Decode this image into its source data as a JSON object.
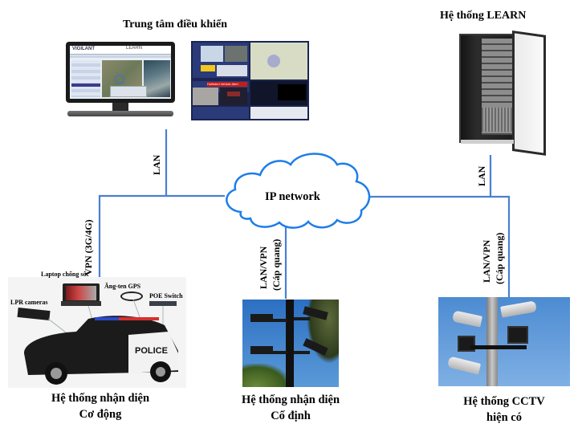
{
  "diagram": {
    "colors": {
      "line": "#4a7fd4",
      "cloud_stroke": "#1e7ee8",
      "sky": "#3f82c9"
    },
    "nodes": {
      "control_center": {
        "title": "Trung tâm điều khiển",
        "monitor_app_title": "LEARN",
        "monitor_logo": "VIGILANT",
        "dashboard_alert": "Hotlisted Vehicle Alert"
      },
      "learn_system": {
        "title": "Hệ thống LEARN"
      },
      "ip_network": {
        "label": "IP network"
      },
      "mobile_system": {
        "caption_line1": "Hệ thống nhận diện",
        "caption_line2": "Cơ động",
        "components": {
          "laptop": "Laptop chống sốc",
          "gps": "Ăng-ten GPS",
          "poe": "POE Switch",
          "lpr": "LPR cameras"
        },
        "car_text": "POLICE"
      },
      "fixed_system": {
        "caption_line1": "Hệ thống nhận diện",
        "caption_line2": "Cố định"
      },
      "cctv_system": {
        "caption_line1": "Hệ thống CCTV",
        "caption_line2": "hiện có"
      }
    },
    "links": {
      "control_to_network": "LAN",
      "learn_to_network": "LAN",
      "mobile_to_network": "VPN (3G/4G)",
      "fixed_to_network_line1": "LAN/VPN",
      "fixed_to_network_line2": "(Cáp quang)",
      "cctv_to_network_line1": "LAN/VPN",
      "cctv_to_network_line2": "(Cáp quang)"
    }
  }
}
